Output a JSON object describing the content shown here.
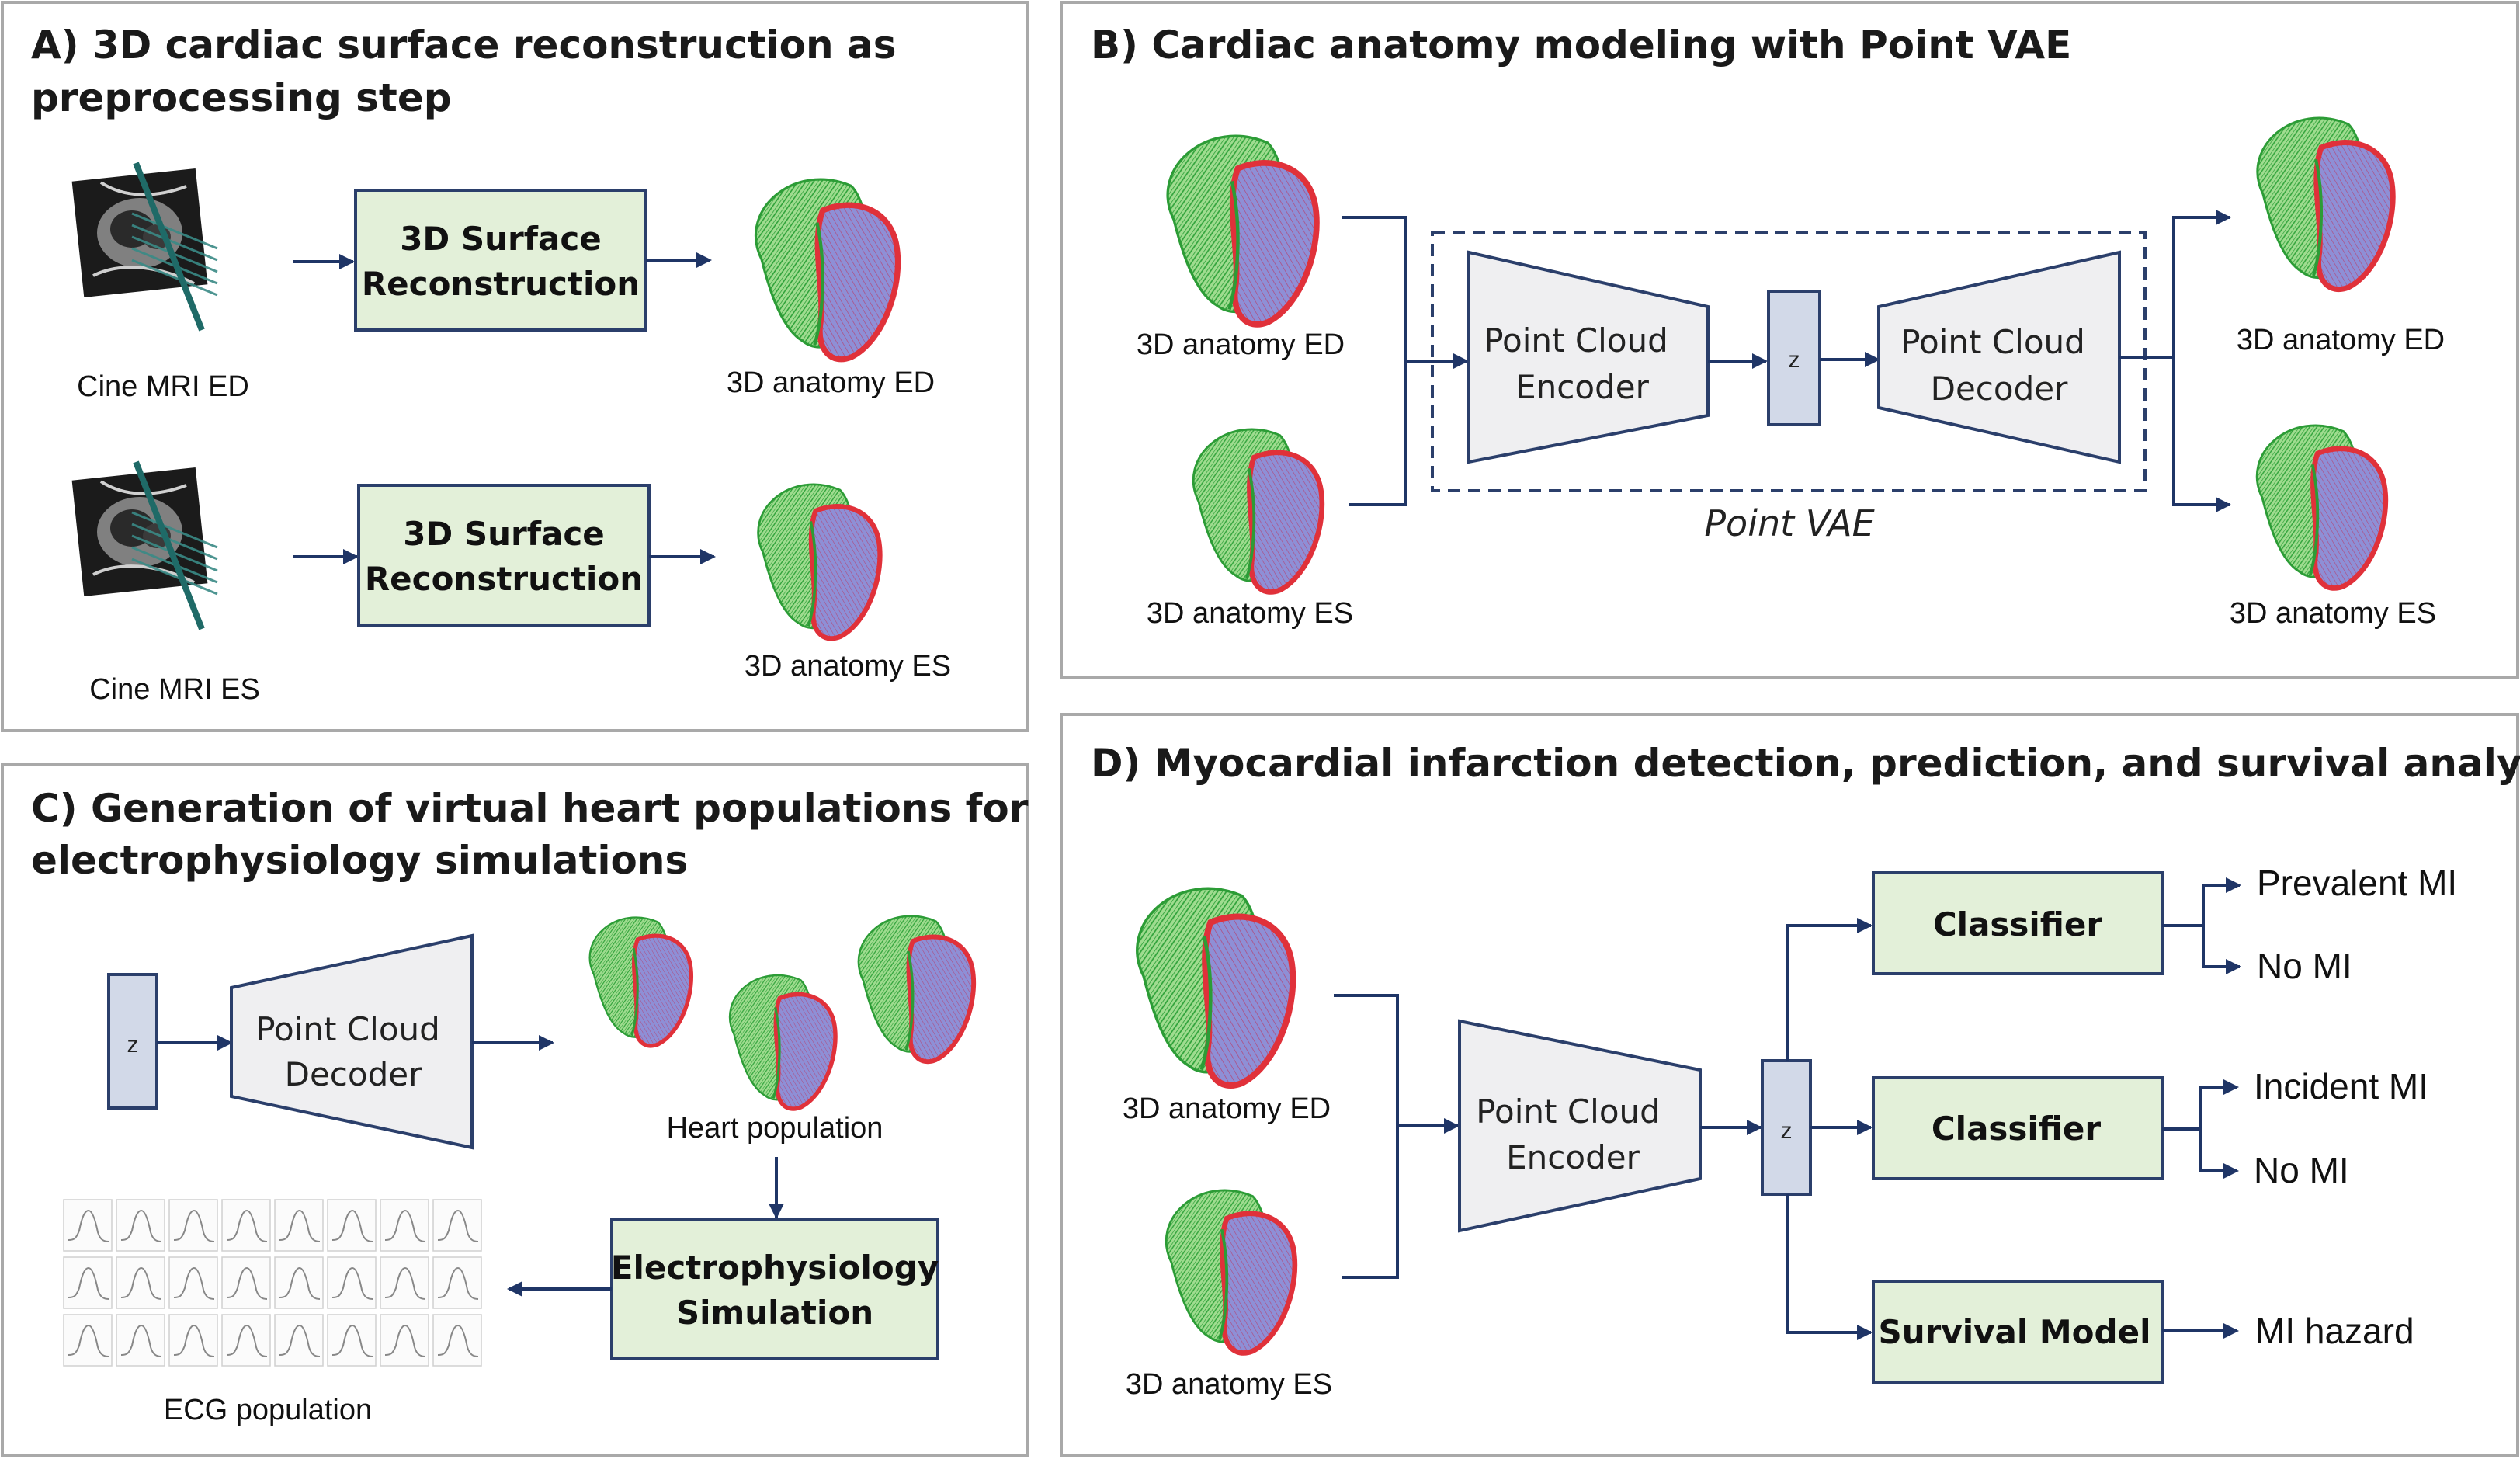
{
  "panels": {
    "a": {
      "title_line1": "A) 3D cardiac surface reconstruction as",
      "title_line2": "preprocessing step",
      "box_ed_line1": "3D Surface",
      "box_ed_line2": "Reconstruction",
      "box_es_line1": "3D Surface",
      "box_es_line2": "Reconstruction",
      "mri_ed_label": "Cine MRI ED",
      "mri_es_label": "Cine MRI ES",
      "anat_ed_label": "3D anatomy ED",
      "anat_es_label": "3D anatomy ES"
    },
    "b": {
      "title": "B) Cardiac anatomy modeling with Point VAE",
      "in_ed_label": "3D anatomy ED",
      "in_es_label": "3D anatomy ES",
      "encoder_line1": "Point Cloud",
      "encoder_line2": "Encoder",
      "z_label": "z",
      "decoder_line1": "Point Cloud",
      "decoder_line2": "Decoder",
      "vae_label": "Point VAE",
      "out_ed_label": "3D anatomy ED",
      "out_es_label": "3D anatomy ES"
    },
    "c": {
      "title_line1": "C) Generation of virtual heart populations for",
      "title_line2": "electrophysiology simulations",
      "z_label": "z",
      "decoder_line1": "Point Cloud",
      "decoder_line2": "Decoder",
      "population_label": "Heart population",
      "sim_line1": "Electrophysiology",
      "sim_line2": "Simulation",
      "ecg_label": "ECG population"
    },
    "d": {
      "title": "D) Myocardial infarction detection, prediction, and survival analysis",
      "in_ed_label": "3D anatomy ED",
      "in_es_label": "3D anatomy ES",
      "encoder_line1": "Point Cloud",
      "encoder_line2": "Encoder",
      "z_label": "z",
      "classifier1_label": "Classifier",
      "classifier2_label": "Classifier",
      "survival_label": "Survival Model",
      "out_prevalent": "Prevalent MI",
      "out_no_mi_1": "No MI",
      "out_incident": "Incident MI",
      "out_no_mi_2": "No MI",
      "out_hazard": "MI hazard"
    }
  },
  "colors": {
    "box_fill": "#e3f0d9",
    "box_stroke": "#2b3f6b",
    "heart_green": "#3cb043",
    "heart_blue": "#6a6fc4",
    "heart_red": "#e0313a"
  },
  "icons": [
    "heart-mesh-icon",
    "mri-slices-icon",
    "ecg-grid-icon"
  ]
}
